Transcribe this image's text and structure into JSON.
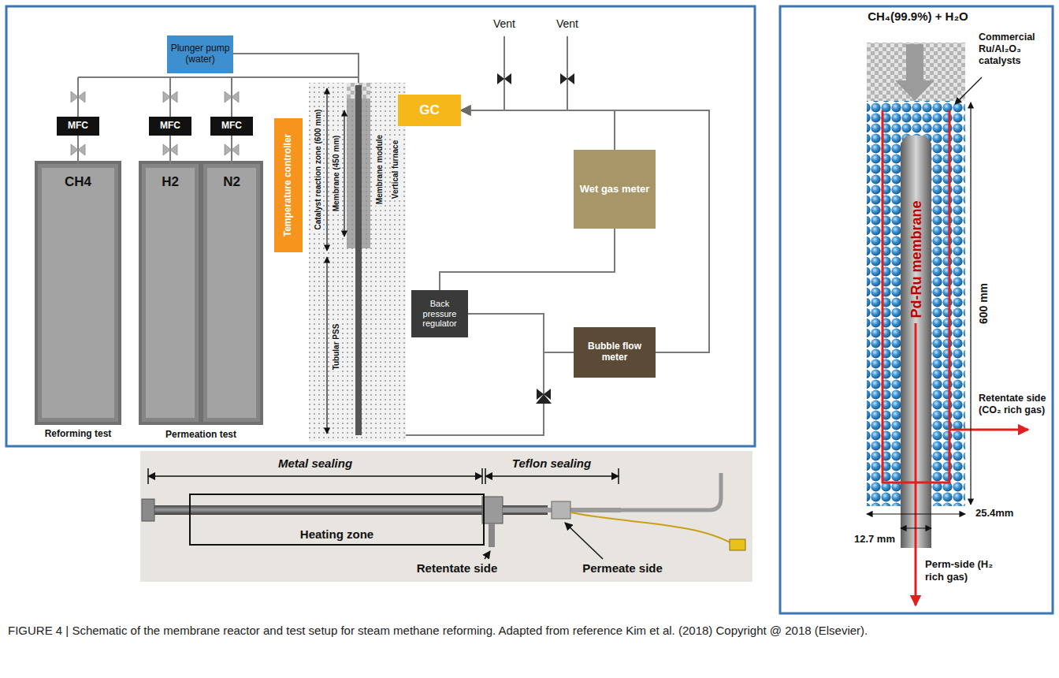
{
  "diagram": {
    "caption": "FIGURE 4 | Schematic of the membrane reactor and test setup for steam methane reforming. Adapted from reference Kim et al. (2018) Copyright @ 2018 (Elsevier).",
    "nodes": [
      {
        "text": [
          "Plunger pump (water)"
        ]
      },
      {
        "text": [
          "GC"
        ]
      },
      {
        "text": [
          "MFC"
        ]
      },
      {
        "text": [
          "MFC"
        ]
      },
      {
        "text": [
          "MFC"
        ]
      },
      {
        "text": [
          "Temperature controller"
        ]
      },
      {
        "text": [
          "CH4",
          "Reforming test"
        ]
      },
      {
        "text": [
          "H2"
        ]
      },
      {
        "text": [
          "N2"
        ]
      },
      {
        "text": [
          "Back pressure regulator"
        ]
      },
      {
        "text": [
          "Wet gas meter"
        ]
      },
      {
        "text": [
          "Bubble flow meter"
        ]
      },
      {
        "text": [
          "Heating zone"
        ]
      },
      {
        "text": [
          "Pd-Ru membrane"
        ]
      }
    ],
    "edges": [
      {
        "from": 6,
        "to": 2,
        "arrow": "none"
      },
      {
        "from": 7,
        "to": 3,
        "arrow": "none"
      },
      {
        "from": 8,
        "to": 4,
        "arrow": "none"
      },
      {
        "from": 9,
        "to": 10,
        "arrow": "none"
      },
      {
        "from": 9,
        "to": 11,
        "arrow": "none"
      },
      {
        "from": 10,
        "to": 1,
        "arrow": "to"
      },
      {
        "from": 11,
        "to": 1,
        "arrow": "to"
      }
    ],
    "labels": [
      "Vent",
      "Vent",
      "Catalyst reaction zone (600 mm)",
      "Membrane (450 mm)",
      "Tubular PSS",
      "Membrane module",
      "Vertical furnace",
      "Permeation test",
      "Metal sealing",
      "Teflon sealing",
      "Retentate side",
      "Permeate side",
      "CH₄(99.9%) + H₂O",
      "Commercial Ru/Al₂O₃ catalysts",
      "600 mm",
      "Retentate side (CO₂ rich gas)",
      "25.4mm",
      "12.7 mm",
      "Perm-side (H₂ rich gas)"
    ]
  }
}
